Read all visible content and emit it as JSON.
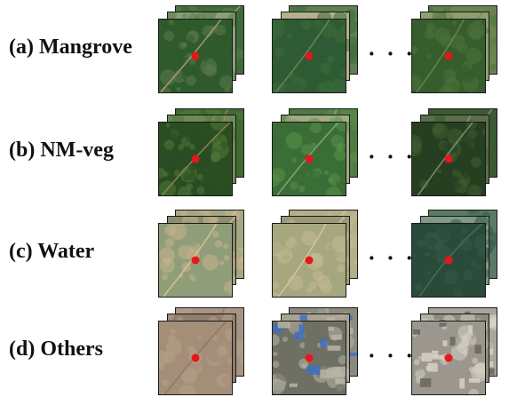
{
  "rows": [
    {
      "label": "(a) Mangrove",
      "tiles": [
        {
          "base": "#2e5a2c",
          "accent": "#5d7a4a",
          "line": "#b9a27c",
          "back": [
            "#3e6a3c",
            "#8aa07a"
          ]
        },
        {
          "base": "#2f5b34",
          "accent": "#3d6c3b",
          "line": "#6c8c5a",
          "back": [
            "#5e7e55",
            "#b7b08d"
          ]
        },
        {
          "base": "#355d2d",
          "accent": "#4c7238",
          "line": "#6e8a4c",
          "back": [
            "#6a8452",
            "#8fa070"
          ]
        }
      ]
    },
    {
      "label": "(b) NM-veg",
      "tiles": [
        {
          "base": "#2a4d22",
          "accent": "#4f7a38",
          "line": "#a08a5a",
          "back": [
            "#3f6a32",
            "#6f8a55"
          ]
        },
        {
          "base": "#3b6e36",
          "accent": "#5a8f4a",
          "line": "#8fb07a",
          "back": [
            "#4f7a42",
            "#a2aa86"
          ]
        },
        {
          "base": "#263f20",
          "accent": "#3f5f30",
          "line": "#8a9a8a",
          "back": [
            "#3c5a33",
            "#5b6f4a"
          ]
        }
      ]
    },
    {
      "label": "(c) Water",
      "tiles": [
        {
          "base": "#8f9e78",
          "accent": "#c7b38a",
          "line": "#e2c79c",
          "back": [
            "#a3a882",
            "#8a8e6a"
          ]
        },
        {
          "base": "#a6a77e",
          "accent": "#c2b992",
          "line": "#d8caa2",
          "back": [
            "#b3ae88",
            "#9a9a76"
          ]
        },
        {
          "base": "#2a4a3a",
          "accent": "#355a48",
          "line": "#4c7060",
          "back": [
            "#5b7a66",
            "#7f9a86"
          ]
        }
      ]
    },
    {
      "label": "(d) Others",
      "tiles": [
        {
          "base": "#a48e78",
          "accent": "#b5a08a",
          "line": "#8a7664",
          "back": [
            "#a89484",
            "#8f7d6e"
          ]
        },
        {
          "base": "#6f7064",
          "accent": "#b8b4a6",
          "line": "#3d6fc4",
          "back": [
            "#8c8a7e",
            "#a8a393"
          ]
        },
        {
          "base": "#9c978e",
          "accent": "#d6d0c4",
          "line": "#6a665e",
          "back": [
            "#aaa59b",
            "#8f8a80"
          ]
        }
      ]
    }
  ],
  "ellipsis": "· · ·"
}
